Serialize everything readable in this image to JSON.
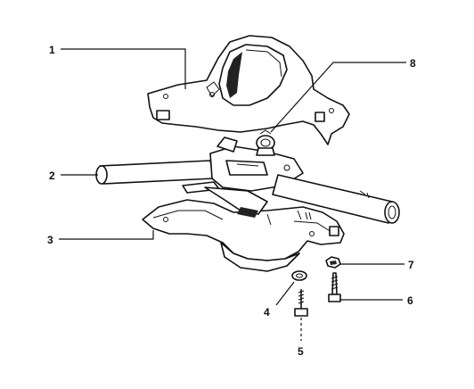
{
  "diagram": {
    "callouts": [
      {
        "id": "1",
        "label": "1"
      },
      {
        "id": "2",
        "label": "2"
      },
      {
        "id": "3",
        "label": "3"
      },
      {
        "id": "4",
        "label": "4"
      },
      {
        "id": "5",
        "label": "5"
      },
      {
        "id": "6",
        "label": "6"
      },
      {
        "id": "7",
        "label": "7"
      },
      {
        "id": "8",
        "label": "8"
      }
    ],
    "parts": [
      {
        "id": "upper-cover",
        "icon": "upper-handlebar-cover"
      },
      {
        "id": "handlebar",
        "icon": "handlebar-tube"
      },
      {
        "id": "lower-cover",
        "icon": "lower-handlebar-cover"
      },
      {
        "id": "washer-4",
        "icon": "washer"
      },
      {
        "id": "bolt-5",
        "icon": "bolt"
      },
      {
        "id": "screw-6",
        "icon": "screw"
      },
      {
        "id": "nut-7",
        "icon": "nut"
      },
      {
        "id": "clamp-8",
        "icon": "clamp"
      }
    ],
    "colors": {
      "ink": "#111111",
      "background": "#ffffff"
    }
  }
}
